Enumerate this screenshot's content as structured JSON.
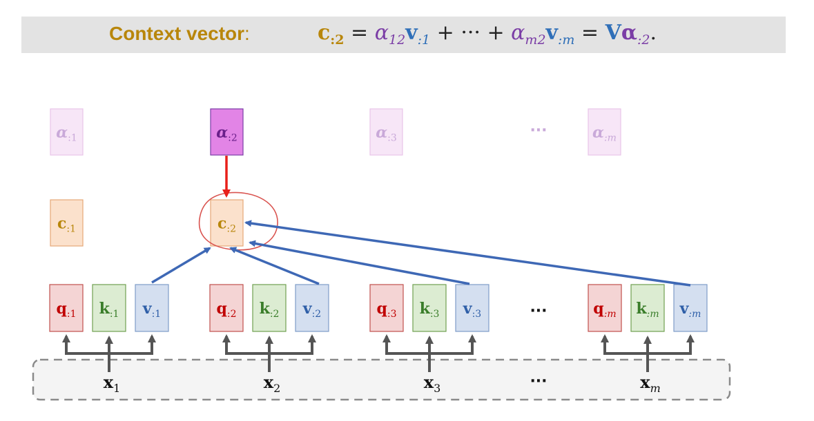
{
  "banner": {
    "label": "Context vector",
    "colon": ":",
    "formula": {
      "lhs_symbol": "c",
      "lhs_sub": ":2",
      "eq1": " = ",
      "term1_alpha": "α",
      "term1_alpha_sub": "12",
      "term1_v": "v",
      "term1_v_sub": ":1",
      "plus_dots": " + ··· + ",
      "termm_alpha": "α",
      "termm_alpha_sub": "m2",
      "termm_v": "v",
      "termm_v_sub": ":m",
      "eq2": " = ",
      "matrix_v": "V",
      "matrix_alpha": "α",
      "matrix_alpha_sub": ":2",
      "period": "."
    }
  },
  "alpha_row": [
    {
      "symbol": "α",
      "sub": ":1",
      "faded": true
    },
    {
      "symbol": "α",
      "sub": ":2",
      "faded": false
    },
    {
      "symbol": "α",
      "sub": ":3",
      "faded": true
    },
    {
      "symbol": "α",
      "sub": ":m",
      "faded": true
    }
  ],
  "alpha_dots": "···",
  "context_row": [
    {
      "symbol": "c",
      "sub": ":1"
    },
    {
      "symbol": "c",
      "sub": ":2",
      "circled": true
    }
  ],
  "qkv_groups": [
    {
      "q": "q",
      "k": "k",
      "v": "v",
      "sub": ":1"
    },
    {
      "q": "q",
      "k": "k",
      "v": "v",
      "sub": ":2"
    },
    {
      "q": "q",
      "k": "k",
      "v": "v",
      "sub": ":3"
    },
    {
      "q": "q",
      "k": "k",
      "v": "v",
      "sub": ":m"
    }
  ],
  "qkv_dots": "···",
  "inputs": [
    {
      "symbol": "x",
      "sub": "1"
    },
    {
      "symbol": "x",
      "sub": "2"
    },
    {
      "symbol": "x",
      "sub": "3"
    },
    {
      "symbol": "x",
      "sub": "m"
    }
  ],
  "input_dots": "···",
  "colors": {
    "banner_bg": "#e3e3e3",
    "gold": "#b8860b",
    "purple": "#7b3ea6",
    "blue": "#2f6fb8",
    "q_fill": "#f4d4d4",
    "q_stroke": "#c0504d",
    "q_text": "#c00000",
    "k_fill": "#dcecd2",
    "k_stroke": "#70a050",
    "k_text": "#3a7d2a",
    "v_fill": "#d4dff0",
    "v_stroke": "#7f9cc8",
    "v_text": "#2f5fa8",
    "c_fill": "#fbe1cc",
    "c_stroke": "#e6a877",
    "c_text": "#b8860b",
    "alpha_active_fill": "#e284e6",
    "alpha_active_stroke": "#7b3ea6",
    "alpha_active_text": "#6a1f8a",
    "alpha_faded_fill": "#f7e6f7",
    "alpha_faded_stroke": "#e8c4e8",
    "alpha_faded_text": "#c9a9d9",
    "arrow_red": "#e8201a",
    "arrow_blue": "#3e68b5",
    "arrow_gray": "#555555",
    "circle_red": "#d9534f",
    "dashed_box": "#8a8a8a",
    "dashed_fill": "#f4f4f4"
  }
}
